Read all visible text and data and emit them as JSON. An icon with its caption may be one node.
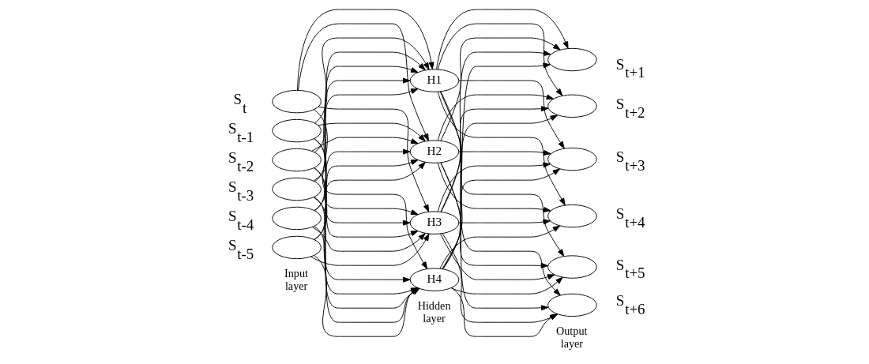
{
  "diagram": {
    "nodes": [
      {
        "text": [],
        "shape": "circle",
        "beside": [
          "S$_{t}$"
        ]
      },
      {
        "text": [],
        "shape": "circle",
        "beside": [
          "S$_{t-1}$"
        ]
      },
      {
        "text": [],
        "shape": "circle",
        "beside": [
          "S$_{t-2}$"
        ]
      },
      {
        "text": [],
        "shape": "circle",
        "beside": [
          "S$_{t-3}$"
        ]
      },
      {
        "text": [],
        "shape": "circle",
        "beside": [
          "S$_{t-4}$"
        ]
      },
      {
        "text": [],
        "shape": "circle",
        "beside": [
          "S$_{t-5}$"
        ]
      },
      {
        "text": [
          "H1"
        ]
      },
      {
        "text": [
          "H2"
        ]
      },
      {
        "text": [
          "H3"
        ]
      },
      {
        "text": [
          "H4"
        ]
      },
      {
        "text": [],
        "shape": "circle",
        "beside": [
          "S$_{t+1}$"
        ]
      },
      {
        "text": [],
        "shape": "circle",
        "beside": [
          "S$_{t+2}$"
        ]
      },
      {
        "text": [],
        "shape": "circle",
        "beside": [
          "S$_{t+3}$"
        ]
      },
      {
        "text": [],
        "shape": "circle",
        "beside": [
          "S$_{t+4}$"
        ]
      },
      {
        "text": [],
        "shape": "circle",
        "beside": [
          "S$_{t+5}$"
        ]
      },
      {
        "text": [],
        "shape": "circle",
        "beside": [
          "S$_{t+6}$"
        ]
      }
    ],
    "edges": [
      {
        "from": 0,
        "to": 6,
        "arrow": "to"
      },
      {
        "from": 0,
        "to": 7,
        "arrow": "to"
      },
      {
        "from": 0,
        "to": 8,
        "arrow": "to"
      },
      {
        "from": 0,
        "to": 9,
        "arrow": "to"
      },
      {
        "from": 1,
        "to": 6,
        "arrow": "to"
      },
      {
        "from": 1,
        "to": 7,
        "arrow": "to"
      },
      {
        "from": 1,
        "to": 8,
        "arrow": "to"
      },
      {
        "from": 1,
        "to": 9,
        "arrow": "to"
      },
      {
        "from": 2,
        "to": 6,
        "arrow": "to"
      },
      {
        "from": 2,
        "to": 7,
        "arrow": "to"
      },
      {
        "from": 2,
        "to": 8,
        "arrow": "to"
      },
      {
        "from": 2,
        "to": 9,
        "arrow": "to"
      },
      {
        "from": 3,
        "to": 6,
        "arrow": "to"
      },
      {
        "from": 3,
        "to": 7,
        "arrow": "to"
      },
      {
        "from": 3,
        "to": 8,
        "arrow": "to"
      },
      {
        "from": 3,
        "to": 9,
        "arrow": "to"
      },
      {
        "from": 4,
        "to": 6,
        "arrow": "to"
      },
      {
        "from": 4,
        "to": 7,
        "arrow": "to"
      },
      {
        "from": 4,
        "to": 8,
        "arrow": "to"
      },
      {
        "from": 4,
        "to": 9,
        "arrow": "to"
      },
      {
        "from": 5,
        "to": 6,
        "arrow": "to"
      },
      {
        "from": 5,
        "to": 7,
        "arrow": "to"
      },
      {
        "from": 5,
        "to": 8,
        "arrow": "to"
      },
      {
        "from": 5,
        "to": 9,
        "arrow": "to"
      },
      {
        "from": 6,
        "to": 10,
        "arrow": "to"
      },
      {
        "from": 6,
        "to": 11,
        "arrow": "to"
      },
      {
        "from": 6,
        "to": 12,
        "arrow": "to"
      },
      {
        "from": 6,
        "to": 13,
        "arrow": "to"
      },
      {
        "from": 6,
        "to": 14,
        "arrow": "to"
      },
      {
        "from": 6,
        "to": 15,
        "arrow": "to"
      },
      {
        "from": 7,
        "to": 10,
        "arrow": "to"
      },
      {
        "from": 7,
        "to": 11,
        "arrow": "to"
      },
      {
        "from": 7,
        "to": 12,
        "arrow": "to"
      },
      {
        "from": 7,
        "to": 13,
        "arrow": "to"
      },
      {
        "from": 7,
        "to": 14,
        "arrow": "to"
      },
      {
        "from": 7,
        "to": 15,
        "arrow": "to"
      },
      {
        "from": 8,
        "to": 10,
        "arrow": "to"
      },
      {
        "from": 8,
        "to": 11,
        "arrow": "to"
      },
      {
        "from": 8,
        "to": 12,
        "arrow": "to"
      },
      {
        "from": 8,
        "to": 13,
        "arrow": "to"
      },
      {
        "from": 8,
        "to": 14,
        "arrow": "to"
      },
      {
        "from": 8,
        "to": 15,
        "arrow": "to"
      },
      {
        "from": 9,
        "to": 10,
        "arrow": "to"
      },
      {
        "from": 9,
        "to": 11,
        "arrow": "to"
      },
      {
        "from": 9,
        "to": 12,
        "arrow": "to"
      },
      {
        "from": 9,
        "to": 13,
        "arrow": "to"
      },
      {
        "from": 9,
        "to": 14,
        "arrow": "to"
      },
      {
        "from": 9,
        "to": 15,
        "arrow": "to"
      }
    ],
    "labels": [
      "Input layer",
      "Hidden layer",
      "Output layer"
    ]
  }
}
